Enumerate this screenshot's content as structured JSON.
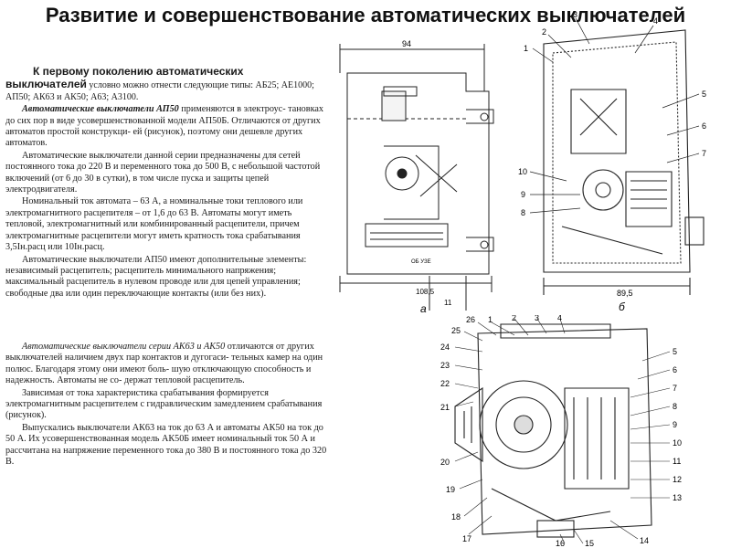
{
  "title": "Развитие и совершенствование автоматических выключателей",
  "block1": {
    "heading": "К первому поколению автоматических выключателей",
    "heading_tail": " условно можно отнести следующие типы: АБ25; АЕ1000; АП50; АК63 и АК50; А63; А3100.",
    "p1_lead": "Автоматические выключатели АП50",
    "p1_rest": " применяются в электроус- тановках до сих пор в виде усовершенствованной модели АП50Б. Отличаются от других автоматов простой конструкци- ей (рисунок), поэтому они дешевле других автоматов.",
    "p2": "Автоматические выключатели данной серии предназначены для сетей постоянного тока до 220 В и переменного тока до 500 В, с небольшой частотой включений (от 6 до 30 в сутки), в том числе пуска и защиты цепей электродвигателя.",
    "p3": "Номинальный ток автомата – 63 А, а номинальные токи теплового или электромагнитного расцепителя – от 1,6 до 63 В. Автоматы могут иметь тепловой, электромагнитный или комбинированный расцепители, причем электромагнитные расцепители могут иметь кратность тока срабатывания 3,5Iн.расц или 10Iн.расц.",
    "p4": "Автоматические выключатели АП50 имеют дополнительные элементы: независимый расцепитель; расцепитель минимального напряжения; максимальный расцепитель в нулевом проводе или для цепей управления; свободные два или один переключающие контакты (или без них)."
  },
  "block2": {
    "p1_lead": "Автоматические выключатели серии АК63 и АК50",
    "p1_rest": " отличаются от других выключателей наличием двух пар контактов и дугогаси- тельных камер на один полюс. Благодаря этому они имеют боль- шую отключающую способность и надежность. Автоматы не со- держат тепловой расцепитель.",
    "p2": "Зависимая от тока характеристика срабатывания формируется электромагнитным расцепителем с гидравлическим замедлением срабатывания (рисунок).",
    "p3": "Выпускались выключатели АК63 на ток до 63 А и автоматы АК50 на ток до 50 А. Их усовершенствованная модель АК50Б имеет номинальный ток 50 А и рассчитана на напряжение переменного тока до 380 В и постоянного тока до 320 В."
  },
  "figure_a": {
    "dim_top": "94",
    "dim_bottom": "108,5",
    "dim_small": "11",
    "part_label": "ОБ УЗЕ",
    "caption": "а"
  },
  "figure_b": {
    "dim_bottom": "89,5",
    "caption": "б",
    "callouts": [
      "1",
      "2",
      "3",
      "4",
      "5",
      "6",
      "7",
      "8",
      "9",
      "10"
    ]
  },
  "figure_c": {
    "callouts": [
      "1",
      "2",
      "3",
      "4",
      "5",
      "6",
      "7",
      "8",
      "9",
      "10",
      "11",
      "12",
      "13",
      "14",
      "15",
      "16",
      "17",
      "18",
      "19",
      "20",
      "21",
      "22",
      "23",
      "24",
      "25",
      "26"
    ]
  },
  "colors": {
    "text": "#1a1a1a",
    "line": "#222222",
    "paper": "#ffffff"
  }
}
